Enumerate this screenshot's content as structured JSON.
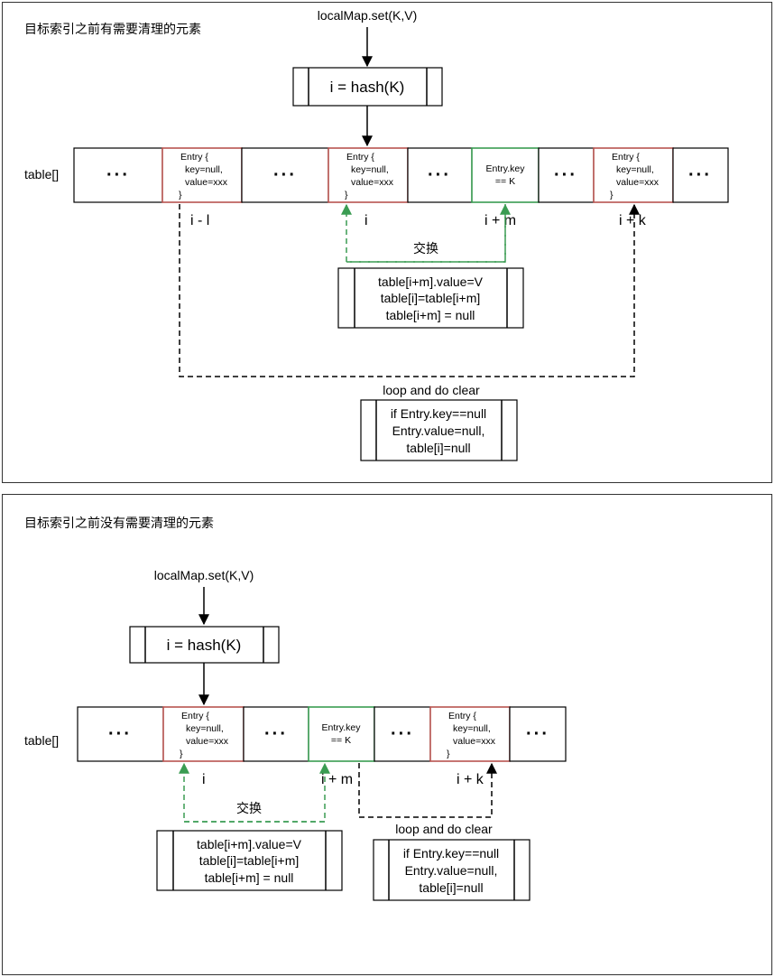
{
  "panels": [
    {
      "title": "目标索引之前有需要清理的元素",
      "call": "localMap.set(K,V)",
      "hash": "i = hash(K)",
      "table_label": "table[]",
      "dots": "···",
      "entry_cell": [
        "Entry {",
        "key=null,",
        "value=xxx",
        "}"
      ],
      "match_cell": [
        "Entry.key",
        "== K"
      ],
      "indices": {
        "left": "i - l",
        "i": "i",
        "m": "i + m",
        "k": "i + k"
      },
      "swap_label": "交换",
      "swap_box": [
        "table[i+m].value=V",
        "table[i]=table[i+m]",
        "table[i+m] = null"
      ],
      "loop_label": "loop and do clear",
      "loop_box": [
        "if Entry.key==null",
        "Entry.value=null,",
        "table[i]=null"
      ]
    },
    {
      "title": "目标索引之前没有需要清理的元素",
      "call": "localMap.set(K,V)",
      "hash": "i = hash(K)",
      "table_label": "table[]",
      "dots": "···",
      "entry_cell": [
        "Entry {",
        "key=null,",
        "value=xxx",
        "}"
      ],
      "match_cell": [
        "Entry.key",
        "== K"
      ],
      "indices": {
        "i": "i",
        "m": "i + m",
        "k": "i + k"
      },
      "swap_label": "交换",
      "swap_box": [
        "table[i+m].value=V",
        "table[i]=table[i+m]",
        "table[i+m] = null"
      ],
      "loop_label": "loop and do clear",
      "loop_box": [
        "if Entry.key==null",
        "Entry.value=null,",
        "table[i]=null"
      ]
    }
  ],
  "colors": {
    "entry_border": "#b85450",
    "match_border": "#3a9c52",
    "swap_arrow": "#3a9c52",
    "line": "#000000"
  }
}
